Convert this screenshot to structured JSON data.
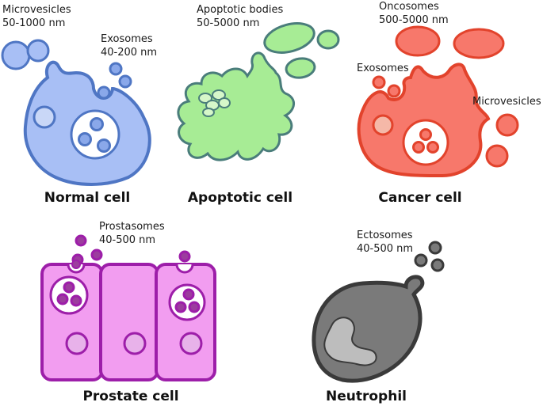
{
  "colors": {
    "normal_fill": "#a8bff5",
    "normal_stroke": "#4f76c4",
    "apoptotic_fill": "#a7ec95",
    "apoptotic_stroke": "#4a7d7b",
    "cancer_fill": "#f7786b",
    "cancer_stroke": "#e2432c",
    "prostate_fill": "#f29df0",
    "prostate_stroke": "#9d1ea9",
    "prostasome_fill": "#9c3d9e",
    "neutrophil_fill": "#7a7a7a",
    "neutrophil_stroke": "#3a3a3a"
  },
  "normal": {
    "title": "Normal cell",
    "microvesicles_name": "Microvesicles",
    "microvesicles_size": "50-1000 nm",
    "exosomes_name": "Exosomes",
    "exosomes_size": "40-200 nm"
  },
  "apoptotic": {
    "title": "Apoptotic cell",
    "bodies_name": "Apoptotic bodies",
    "bodies_size": "50-5000 nm"
  },
  "cancer": {
    "title": "Cancer cell",
    "oncosomes_name": "Oncosomes",
    "oncosomes_size": "500-5000 nm",
    "exosomes_name": "Exosomes",
    "microvesicles_name": "Microvesicles"
  },
  "prostate": {
    "title": "Prostate cell",
    "prostasomes_name": "Prostasomes",
    "prostasomes_size": "40-500 nm"
  },
  "neutrophil": {
    "title": "Neutrophil",
    "ectosomes_name": "Ectosomes",
    "ectosomes_size": "40-500 nm"
  }
}
